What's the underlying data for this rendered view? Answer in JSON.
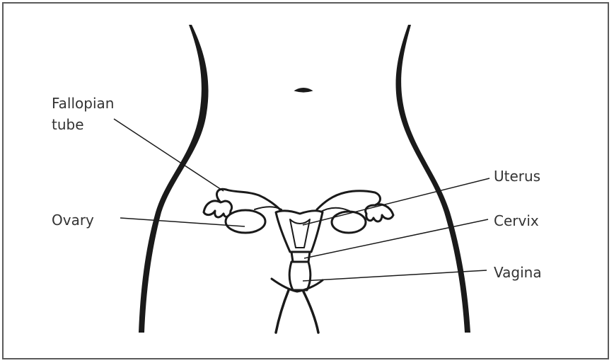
{
  "labels": {
    "fallopian_tube": [
      "Fallopian",
      "tube"
    ],
    "ovary": "Ovary",
    "uterus": "Uterus",
    "cervix": "Cervix",
    "vagina": "Vagina"
  },
  "colors": {
    "ink": "#1a1a1a",
    "border": "#5a5a5a",
    "label_text": "#333333",
    "background": "#ffffff"
  }
}
